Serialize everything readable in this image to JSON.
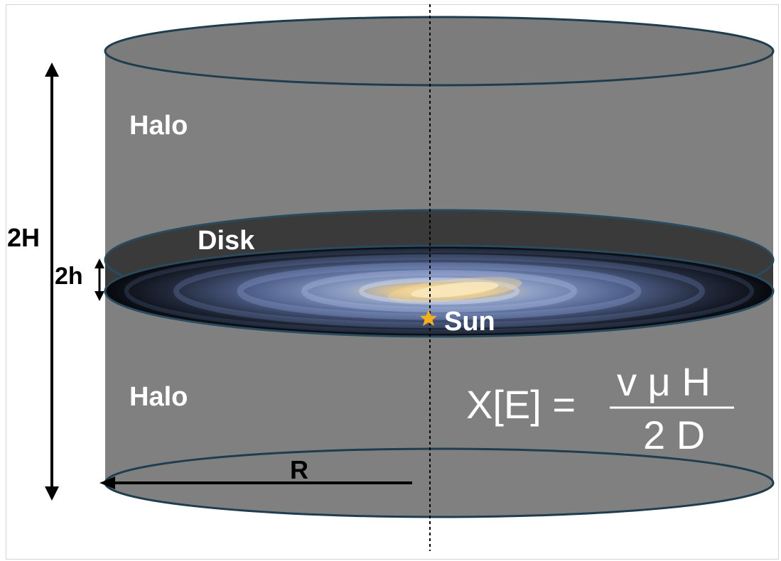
{
  "labels": {
    "halo_top": "Halo",
    "halo_bottom": "Halo",
    "disk": "Disk",
    "sun": "Sun",
    "big_height": "2H",
    "small_height": "2h",
    "radius": "R"
  },
  "formula": {
    "lhs": "X[E] =",
    "numerator": "v μ H",
    "denominator": "2 D"
  },
  "colors": {
    "halo_fill": "#808080",
    "disk_fill": "#3d3d3d",
    "rim_stroke": "#1f3d4f",
    "sun_star": "#f2b01e",
    "text_light": "#ffffff",
    "text_dark": "#000000"
  },
  "icons": {
    "sun_marker": "star-icon"
  }
}
